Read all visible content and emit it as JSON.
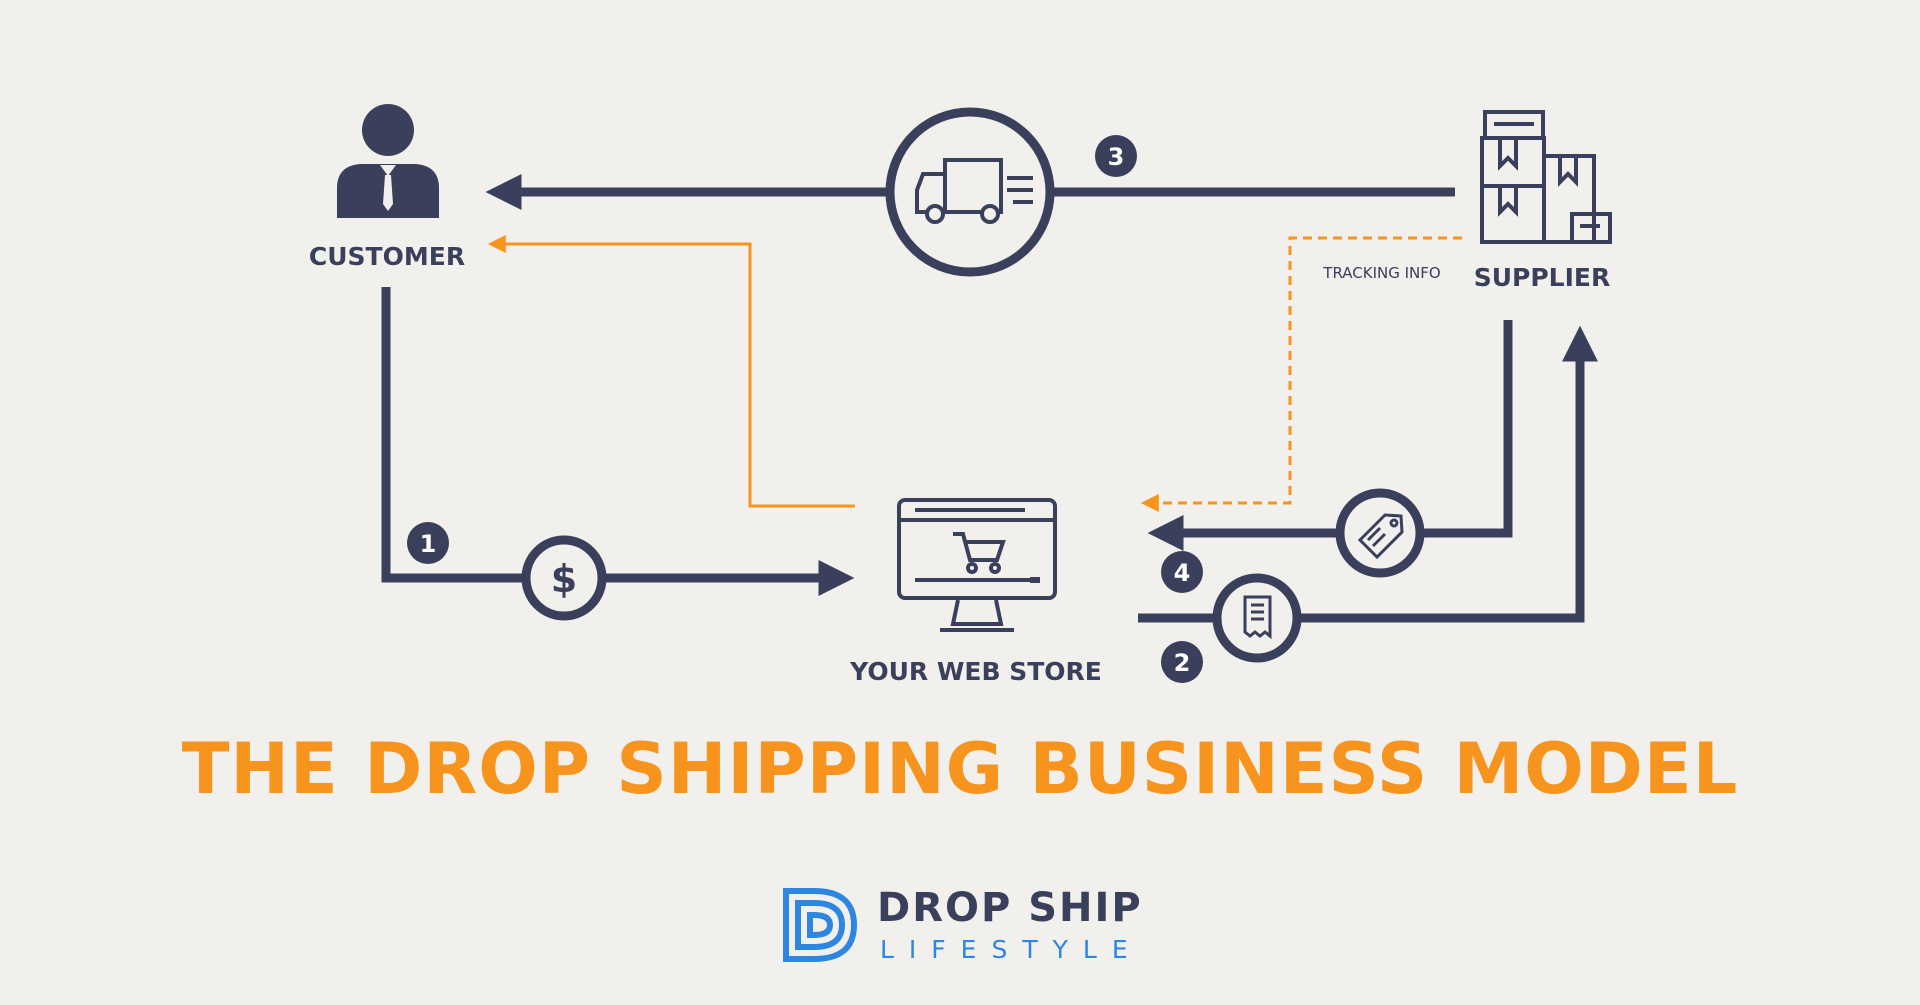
{
  "nodes": {
    "customer": {
      "label": "CUSTOMER"
    },
    "supplier": {
      "label": "SUPPLIER"
    },
    "web_store": {
      "label": "YOUR WEB STORE"
    }
  },
  "edge_labels": {
    "tracking_info": "TRACKING INFO"
  },
  "steps": [
    "1",
    "2",
    "3",
    "4"
  ],
  "title": "THE DROP SHIPPING BUSINESS MODEL",
  "logo": {
    "line1": "DROP SHIP",
    "line2": "LIFESTYLE"
  },
  "colors": {
    "primary": "#3a3f5c",
    "accent": "#f7941d",
    "logo_blue": "#2d86e0",
    "background": "#f1f0ec"
  },
  "icons": [
    "person-icon",
    "truck-icon",
    "boxes-icon",
    "dollar-icon",
    "computer-cart-icon",
    "price-tag-icon",
    "receipt-icon"
  ]
}
